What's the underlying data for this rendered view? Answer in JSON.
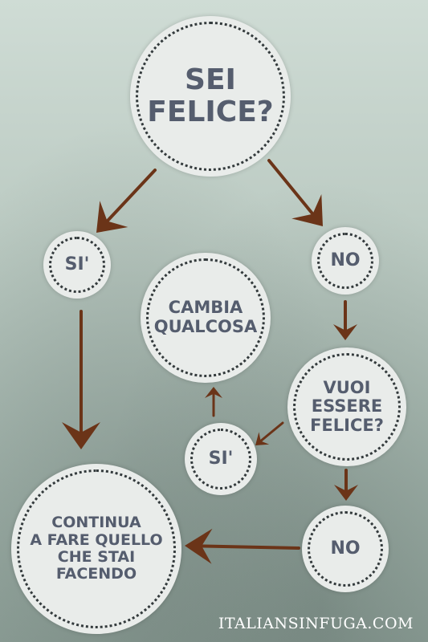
{
  "colors": {
    "node_fill": "#e9ecea",
    "dots": "#333a3c",
    "text": "#555d6e",
    "arrow": "#6b3418"
  },
  "nodes": {
    "start": "SEI\nFELICE?",
    "yes1": "SI'",
    "no1": "NO",
    "change": "CAMBIA\nQUALCOSA",
    "want": "VUOI\nESSERE\nFELICE?",
    "yes2": "SI'",
    "no2": "NO",
    "continue": "CONTINUA\nA FARE QUELLO\nCHE STAI\nFACENDO"
  },
  "edges": [
    {
      "from": "start",
      "to": "yes1"
    },
    {
      "from": "start",
      "to": "no1"
    },
    {
      "from": "yes1",
      "to": "continue"
    },
    {
      "from": "no1",
      "to": "want"
    },
    {
      "from": "want",
      "to": "yes2"
    },
    {
      "from": "yes2",
      "to": "change"
    },
    {
      "from": "want",
      "to": "no2"
    },
    {
      "from": "no2",
      "to": "continue"
    }
  ],
  "footer": {
    "site": "ITALIANSINFUGA.COM"
  }
}
